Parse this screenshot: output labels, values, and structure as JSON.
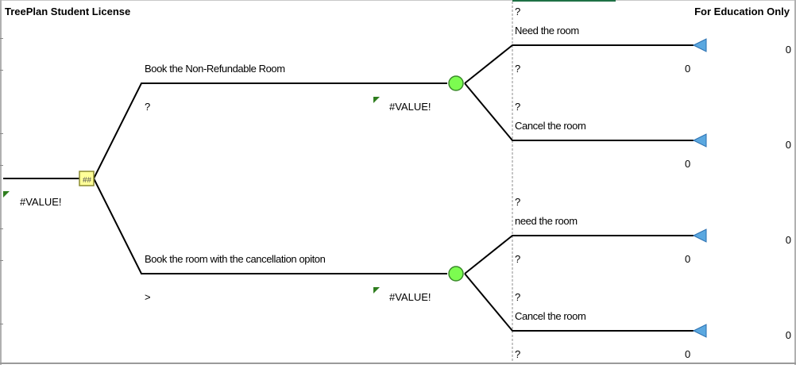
{
  "header": {
    "license": "TreePlan Student License",
    "edition": "For Education Only"
  },
  "tree": {
    "root_value": "#VALUE!",
    "root_node_label": "##",
    "branches": [
      {
        "name": "Book the Non-Refundable Room",
        "value": "?",
        "chance_value": "#VALUE!",
        "outcomes": [
          {
            "name": "Need the room",
            "probability": "?",
            "value": "?",
            "endpoint": "0",
            "payoff": "0"
          },
          {
            "name": "Cancel the room",
            "probability": "?",
            "value": "0",
            "endpoint": "0",
            "payoff": ""
          }
        ]
      },
      {
        "name": "Book the room with the cancellation opiton",
        "value": ">",
        "chance_value": "#VALUE!",
        "outcomes": [
          {
            "name": "need the room",
            "probability": "?",
            "value": "?",
            "endpoint": "0",
            "payoff": "0"
          },
          {
            "name": "Cancel the room",
            "probability": "?",
            "value": "?",
            "endpoint": "0",
            "payoff": "0"
          }
        ]
      }
    ]
  },
  "colors": {
    "line": "#000000",
    "chance_fill": "#7CFC50",
    "chance_stroke": "#3a8a2a",
    "decision_fill": "#FFFF99",
    "decision_stroke": "#8a8a30",
    "terminal_fill": "#5BA8E0",
    "terminal_stroke": "#2a6fb0",
    "comment_flag": "#2E7D1E",
    "print_border": "#8c8c8c"
  }
}
